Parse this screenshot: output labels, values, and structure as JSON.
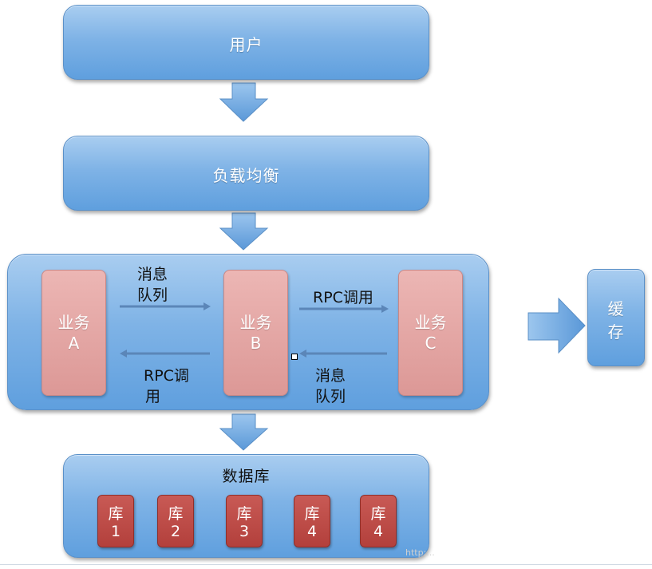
{
  "boxes": {
    "user": "用户",
    "load_balancer": "负载均衡",
    "cache_line1": "缓",
    "cache_line2": "存",
    "database": "数据库"
  },
  "services": [
    {
      "line1": "业务",
      "line2": "A"
    },
    {
      "line1": "业务",
      "line2": "B"
    },
    {
      "line1": "业务",
      "line2": "C"
    }
  ],
  "connections": {
    "a_to_b_line1": "消息",
    "a_to_b_line2": "队列",
    "b_to_a_line1": "RPC调",
    "b_to_a_line2": "用",
    "b_to_c": "RPC调用",
    "c_to_b_line1": "消息",
    "c_to_b_line2": "队列"
  },
  "databases": [
    {
      "line1": "库",
      "line2": "1"
    },
    {
      "line1": "库",
      "line2": "2"
    },
    {
      "line1": "库",
      "line2": "3"
    },
    {
      "line1": "库",
      "line2": "4"
    },
    {
      "line1": "库",
      "line2": "4"
    }
  ],
  "watermark": "http:..."
}
